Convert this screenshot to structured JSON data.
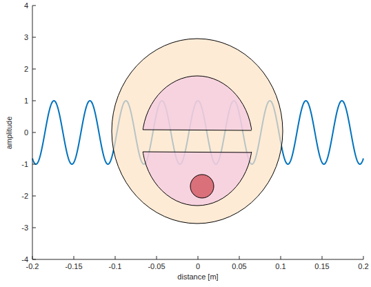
{
  "diagram": {
    "labels": [
      "4",
      "3",
      "2",
      "1",
      "0",
      "-1",
      "-2",
      "-3",
      "-4",
      "-0.2",
      "-0.15",
      "-0.1",
      "-0.05",
      "0",
      "0.05",
      "0.1",
      "0.15",
      "0.2",
      "amplitude",
      "distance [m]"
    ]
  }
}
